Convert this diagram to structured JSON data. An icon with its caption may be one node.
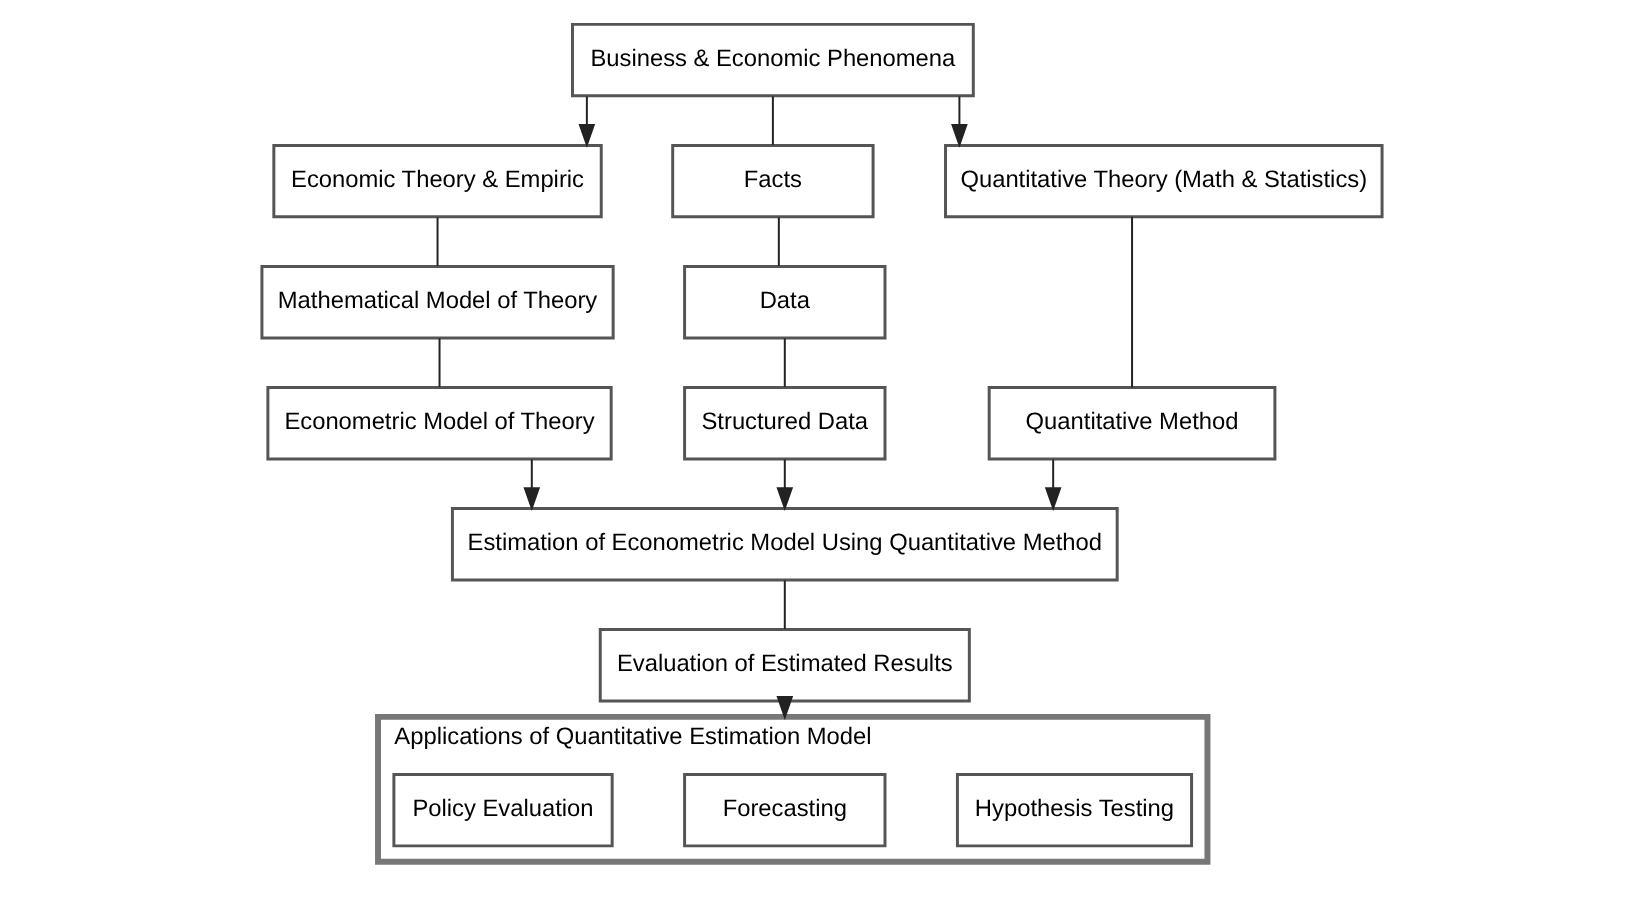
{
  "diagram": {
    "nodes": [
      {
        "text": [
          "Business & Economic Phenomena"
        ]
      },
      {
        "text": [
          "Economic Theory & Empiric"
        ]
      },
      {
        "text": [
          "Facts"
        ]
      },
      {
        "text": [
          "Quantitative Theory (Math & Statistics)"
        ]
      },
      {
        "text": [
          "Mathematical Model of Theory"
        ]
      },
      {
        "text": [
          "Data"
        ]
      },
      {
        "text": [
          "Econometric Model of Theory"
        ]
      },
      {
        "text": [
          "Structured Data"
        ]
      },
      {
        "text": [
          "Quantitative Method"
        ]
      },
      {
        "text": [
          "Estimation of Econometric Model Using Quantitative Method"
        ]
      },
      {
        "text": [
          "Evaluation of Estimated Results"
        ]
      },
      {
        "text": [
          "Applications of Quantitative Estimation Model"
        ]
      },
      {
        "text": [
          "Hypothesis Testing"
        ],
        "in": 11
      },
      {
        "text": [
          "Forecasting"
        ],
        "in": 11
      },
      {
        "text": [
          "Policy Evaluation"
        ],
        "in": 11
      }
    ],
    "edges": [
      {
        "from": 0,
        "to": 1,
        "arrow": "to"
      },
      {
        "from": 0,
        "to": 2,
        "arrow": "none"
      },
      {
        "from": 0,
        "to": 3,
        "arrow": "to"
      },
      {
        "from": 1,
        "to": 4,
        "arrow": "none"
      },
      {
        "from": 2,
        "to": 5,
        "arrow": "none"
      },
      {
        "from": 4,
        "to": 6,
        "arrow": "none"
      },
      {
        "from": 5,
        "to": 7,
        "arrow": "none"
      },
      {
        "from": 3,
        "to": 8,
        "arrow": "none"
      },
      {
        "from": 6,
        "to": 9,
        "arrow": "to"
      },
      {
        "from": 7,
        "to": 9,
        "arrow": "to"
      },
      {
        "from": 8,
        "to": 9,
        "arrow": "to"
      },
      {
        "from": 9,
        "to": 10,
        "arrow": "none"
      },
      {
        "from": 10,
        "to": 11,
        "arrow": "to"
      }
    ]
  }
}
